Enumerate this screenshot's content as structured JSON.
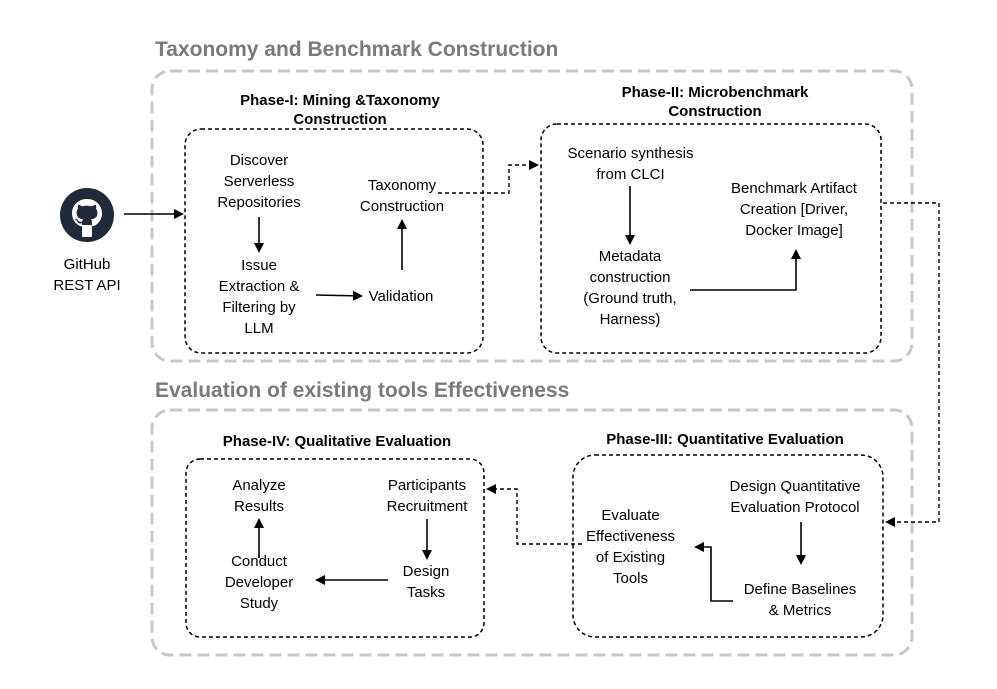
{
  "sections": {
    "top_title": "Taxonomy and Benchmark Construction",
    "bottom_title": "Evaluation of existing tools Effectiveness"
  },
  "source": {
    "icon": "github-icon",
    "label": "GitHub\nREST API"
  },
  "phases": {
    "phase1": {
      "title": "Phase-I: Mining &Taxonomy\nConstruction",
      "steps": {
        "discover": "Discover\nServerless\nRepositories",
        "issue": "Issue\nExtraction &\nFiltering by\nLLM",
        "validation": "Validation",
        "taxonomy": "Taxonomy\nConstruction"
      }
    },
    "phase2": {
      "title": "Phase-II: Microbenchmark\nConstruction",
      "steps": {
        "scenario": "Scenario synthesis\nfrom CLCI",
        "metadata": "Metadata\nconstruction\n(Ground truth,\nHarness)",
        "artifact": "Benchmark Artifact\nCreation [Driver,\nDocker Image]"
      }
    },
    "phase3": {
      "title": "Phase-III: Quantitative Evaluation",
      "steps": {
        "design_protocol": "Design Quantitative\nEvaluation Protocol",
        "baselines": "Define Baselines\n& Metrics",
        "evaluate": "Evaluate\nEffectiveness\nof Existing\nTools"
      }
    },
    "phase4": {
      "title": "Phase-IV: Qualitative Evaluation",
      "steps": {
        "participants": "Participants\nRecruitment",
        "design_tasks": "Design\nTasks",
        "conduct": "Conduct\nDeveloper\nStudy",
        "analyze": "Analyze\nResults"
      }
    }
  },
  "colors": {
    "section_border": "#c8c8c8",
    "section_title": "#7a7a7a",
    "line": "#000000"
  }
}
